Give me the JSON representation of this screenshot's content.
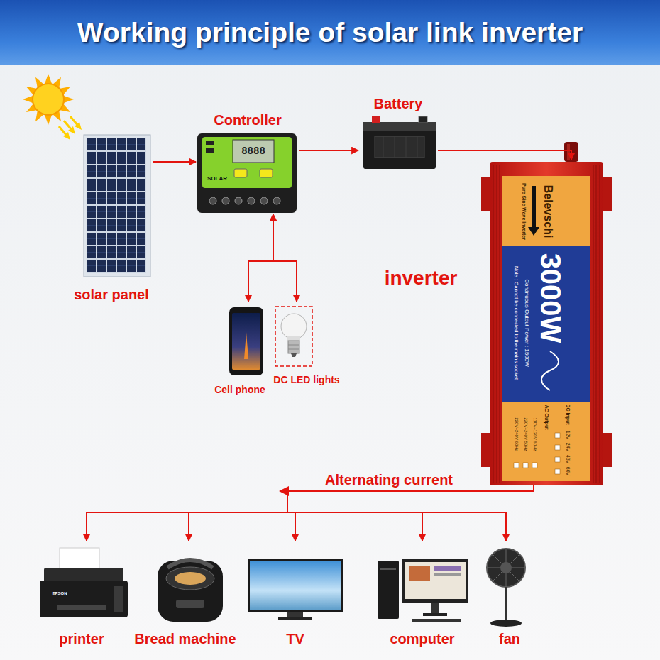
{
  "diagram": {
    "title": "Working principle of solar link inverter",
    "nodes": [
      {
        "text": [
          "solar panel"
        ]
      },
      {
        "text": [
          "Controller"
        ]
      },
      {
        "text": [
          "Battery"
        ]
      },
      {
        "text": [
          "inverter"
        ]
      },
      {
        "text": [
          "Cell phone"
        ]
      },
      {
        "text": [
          "DC LED lights"
        ]
      },
      {
        "text": [
          "printer"
        ]
      },
      {
        "text": [
          "Bread machine"
        ]
      },
      {
        "text": [
          "TV"
        ]
      },
      {
        "text": [
          "computer"
        ]
      },
      {
        "text": [
          "fan"
        ]
      }
    ],
    "edges": [
      {
        "from": 0,
        "to": 1,
        "arrow": "to"
      },
      {
        "from": 1,
        "to": 2,
        "arrow": "to"
      },
      {
        "from": 2,
        "to": 3,
        "arrow": "to"
      },
      {
        "from": 1,
        "to": 4,
        "arrow": "both"
      },
      {
        "from": 1,
        "to": 5,
        "arrow": "both"
      },
      {
        "from": 3,
        "to": 6,
        "label": "Alternating current",
        "arrow": "to"
      },
      {
        "from": 3,
        "to": 7,
        "arrow": "to"
      },
      {
        "from": 3,
        "to": 8,
        "arrow": "to"
      },
      {
        "from": 3,
        "to": 9,
        "arrow": "to"
      },
      {
        "from": 3,
        "to": 10,
        "arrow": "to"
      }
    ],
    "labels": [
      "SOLAR",
      "8888",
      "Belevschi",
      "Pure Sine Wave Inverter",
      "3000W",
      "Continuous Output Power : 1500W",
      "Note : Cannot be connected to the mains socket",
      "DC Input",
      "12V",
      "24V",
      "48V",
      "60V",
      "AC Output",
      "110V~120V 60Hz",
      "220V~240V 50Hz",
      "220V~240V 60Hz",
      "EPSON"
    ]
  }
}
